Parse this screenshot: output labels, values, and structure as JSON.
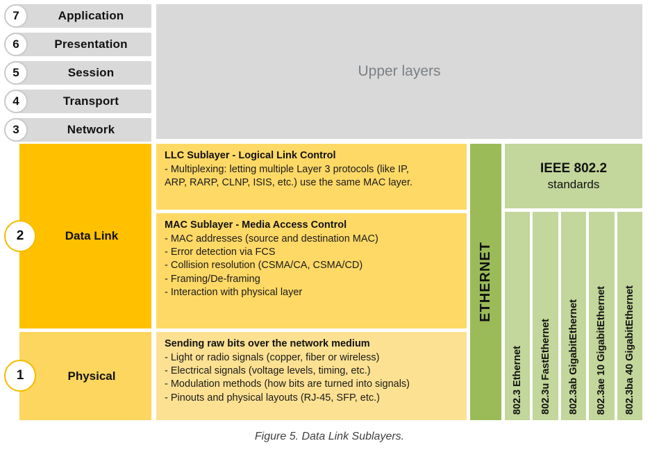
{
  "figure": {
    "caption": "Figure 5. Data Link Sublayers."
  },
  "osi_stack": {
    "rows": [
      {
        "number": "7",
        "label": "Application"
      },
      {
        "number": "6",
        "label": "Presentation"
      },
      {
        "number": "5",
        "label": "Session"
      },
      {
        "number": "4",
        "label": "Transport"
      },
      {
        "number": "3",
        "label": "Network"
      }
    ],
    "datalink": {
      "number": "2",
      "label": "Data Link"
    },
    "physical": {
      "number": "1",
      "label": "Physical"
    }
  },
  "upper_layers": {
    "label": "Upper layers"
  },
  "llc": {
    "title": "LLC Sublayer - Logical Link Control",
    "lines": [
      "- Multiplexing: letting multiple Layer 3 protocols (like IP,",
      "ARP, RARP, CLNP, ISIS, etc.) use the same MAC layer."
    ]
  },
  "mac": {
    "title": "MAC Sublayer - Media Access Control",
    "lines": [
      "- MAC addresses (source and destination MAC)",
      "- Error detection via FCS",
      "- Collision resolution (CSMA/CA, CSMA/CD)",
      "- Framing/De-framing",
      "- Interaction with physical layer"
    ]
  },
  "physical_detail": {
    "title": "Sending raw bits over the network medium",
    "lines": [
      "- Light or radio signals (copper, fiber or wireless)",
      "- Electrical signals (voltage levels, timing, etc.)",
      "- Modulation methods (how bits are turned into signals)",
      "- Pinouts and physical layouts (RJ-45, SFP, etc.)"
    ]
  },
  "ethernet": {
    "label": "ETHERNET"
  },
  "ieee": {
    "title": "IEEE 802.2",
    "subtitle": "standards",
    "standards": [
      {
        "label": "802.3 Ethernet"
      },
      {
        "label": "802.3u FastEthernet"
      },
      {
        "label": "802.3ab GigabitEthernet"
      },
      {
        "label": "802.3ae 10 GigabitEthernet"
      },
      {
        "label": "802.3ba 40 GigabitEthernet"
      }
    ]
  },
  "colors": {
    "upper_layers_gray": "#d9d9d9",
    "datalink_orange": "#ffc000",
    "physical_yellow": "#fcd65e",
    "sublayer_panel": "#ffd966",
    "physical_panel": "#fde192",
    "ethernet_green": "#9bbb59",
    "ieee_green": "#c3d69b"
  }
}
